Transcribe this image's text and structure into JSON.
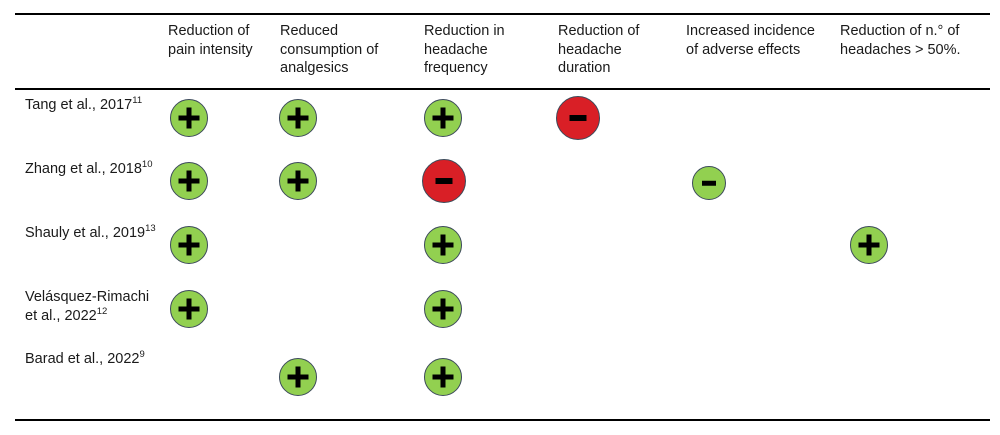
{
  "table": {
    "row_header_label": "",
    "columns": [
      {
        "id": "pain-intensity",
        "label": "Reduction of pain intensity"
      },
      {
        "id": "analgesics",
        "label": "Reduced consumption of analgesics"
      },
      {
        "id": "headache-frequency",
        "label": "Reduction in headache frequency"
      },
      {
        "id": "headache-duration",
        "label": "Reduction of headache duration"
      },
      {
        "id": "adverse-effects",
        "label": "Increased incidence of adverse effects"
      },
      {
        "id": "headaches-50",
        "label": "Reduction of n.° of headaches > 50%."
      }
    ],
    "rows": [
      {
        "id": "tang-2017",
        "study": "Tang et al., 2017",
        "reference": "11",
        "cells": [
          {
            "column": "pain-intensity",
            "symbol": "+",
            "color": "green"
          },
          {
            "column": "analgesics",
            "symbol": "+",
            "color": "green"
          },
          {
            "column": "headache-frequency",
            "symbol": "+",
            "color": "green"
          },
          {
            "column": "headache-duration",
            "symbol": "-",
            "color": "red"
          },
          {
            "column": "adverse-effects",
            "symbol": "",
            "color": "none"
          },
          {
            "column": "headaches-50",
            "symbol": "",
            "color": "none"
          }
        ]
      },
      {
        "id": "zhang-2018",
        "study": "Zhang et al., 2018",
        "reference": "10",
        "cells": [
          {
            "column": "pain-intensity",
            "symbol": "+",
            "color": "green"
          },
          {
            "column": "analgesics",
            "symbol": "+",
            "color": "green"
          },
          {
            "column": "headache-frequency",
            "symbol": "-",
            "color": "red"
          },
          {
            "column": "headache-duration",
            "symbol": "",
            "color": "none"
          },
          {
            "column": "adverse-effects",
            "symbol": "-",
            "color": "green"
          },
          {
            "column": "headaches-50",
            "symbol": "",
            "color": "none"
          }
        ]
      },
      {
        "id": "shauly-2019",
        "study": "Shauly et al., 2019",
        "reference": "13",
        "cells": [
          {
            "column": "pain-intensity",
            "symbol": "+",
            "color": "green"
          },
          {
            "column": "analgesics",
            "symbol": "",
            "color": "none"
          },
          {
            "column": "headache-frequency",
            "symbol": "+",
            "color": "green"
          },
          {
            "column": "headache-duration",
            "symbol": "",
            "color": "none"
          },
          {
            "column": "adverse-effects",
            "symbol": "",
            "color": "none"
          },
          {
            "column": "headaches-50",
            "symbol": "+",
            "color": "green"
          }
        ]
      },
      {
        "id": "velasquez-rimachi-2022",
        "study": "Velásquez-Rimachi et al., 2022",
        "reference": "12",
        "cells": [
          {
            "column": "pain-intensity",
            "symbol": "+",
            "color": "green"
          },
          {
            "column": "analgesics",
            "symbol": "",
            "color": "none"
          },
          {
            "column": "headache-frequency",
            "symbol": "+",
            "color": "green"
          },
          {
            "column": "headache-duration",
            "symbol": "",
            "color": "none"
          },
          {
            "column": "adverse-effects",
            "symbol": "",
            "color": "none"
          },
          {
            "column": "headaches-50",
            "symbol": "",
            "color": "none"
          }
        ]
      },
      {
        "id": "barad-2022",
        "study": "Barad et al., 2022",
        "reference": "9",
        "cells": [
          {
            "column": "pain-intensity",
            "symbol": "",
            "color": "none"
          },
          {
            "column": "analgesics",
            "symbol": "+",
            "color": "green"
          },
          {
            "column": "headache-frequency",
            "symbol": "+",
            "color": "green"
          },
          {
            "column": "headache-duration",
            "symbol": "",
            "color": "none"
          },
          {
            "column": "adverse-effects",
            "symbol": "",
            "color": "none"
          },
          {
            "column": "headaches-50",
            "symbol": "",
            "color": "none"
          }
        ]
      }
    ]
  },
  "colors": {
    "positive_green": "#92d050",
    "negative_red": "#d91f26",
    "marker_border": "#3c4a5a",
    "glyph": "#000000",
    "rule": "#000000",
    "text": "#1a1a1a"
  },
  "labels": {
    "header_col_1": "Reduction of pain intensity",
    "header_col_2": "Reduced consumption of analgesics",
    "header_col_3": "Reduction in headache frequency",
    "header_col_4": "Reduction of headache duration",
    "header_col_5": "Increased incidence of adverse effects",
    "header_col_6": "Reduction of n.° of headaches > 50%.",
    "row_1_study": "Tang et al., 2017",
    "row_1_ref": "11",
    "row_2_study": "Zhang et al., 2018",
    "row_2_ref": "10",
    "row_3_study": "Shauly et al., 2019",
    "row_3_ref": "13",
    "row_4_study": "Velásquez-Rimachi et al., 2022",
    "row_4_ref": "12",
    "row_5_study": "Barad et al., 2022",
    "row_5_ref": "9"
  }
}
